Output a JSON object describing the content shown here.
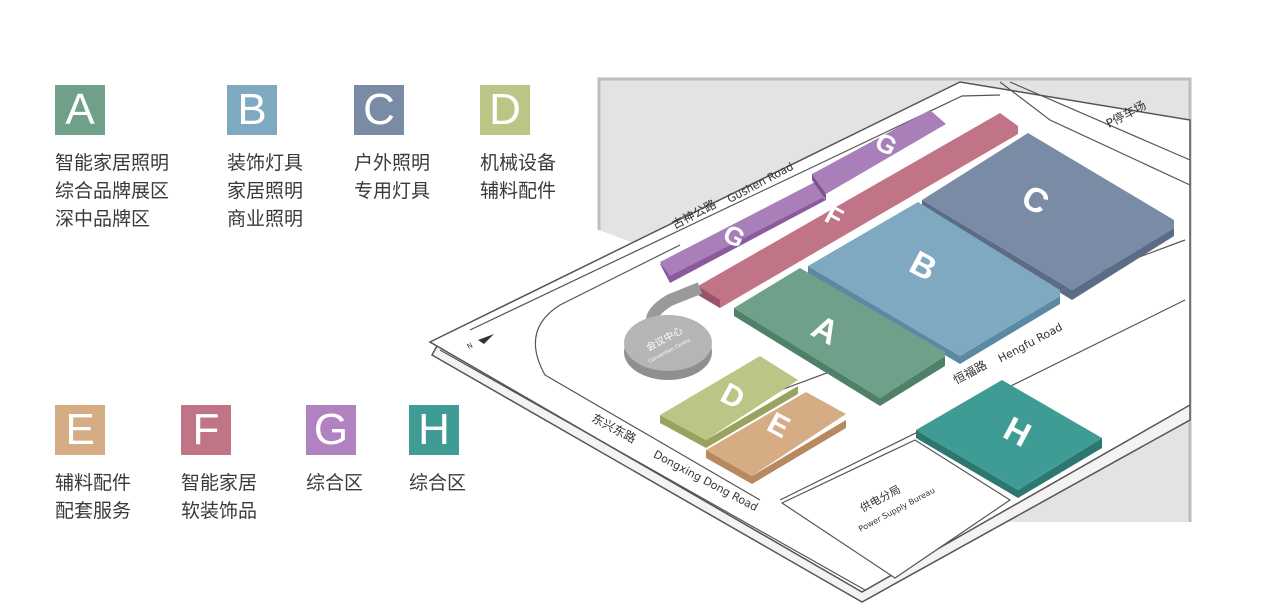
{
  "legend": [
    {
      "letter": "A",
      "color": "#6fa089",
      "lines": [
        "智能家居照明",
        "综合品牌展区",
        "深中品牌区"
      ]
    },
    {
      "letter": "B",
      "color": "#7ea9c0",
      "lines": [
        "装饰灯具",
        "家居照明",
        "商业照明"
      ]
    },
    {
      "letter": "C",
      "color": "#7a8ba6",
      "lines": [
        "户外照明",
        "专用灯具"
      ]
    },
    {
      "letter": "D",
      "color": "#bcc585",
      "lines": [
        "机械设备",
        "辅料配件"
      ]
    },
    {
      "letter": "E",
      "color": "#d6ac84",
      "lines": [
        "辅料配件",
        "配套服务"
      ]
    },
    {
      "letter": "F",
      "color": "#c27487",
      "lines": [
        "智能家居",
        "软装饰品"
      ]
    },
    {
      "letter": "G",
      "color": "#b083c0",
      "lines": [
        "综合区"
      ]
    },
    {
      "letter": "H",
      "color": "#3f9c95",
      "lines": [
        "综合区"
      ]
    }
  ],
  "map": {
    "halls": {
      "A": "A",
      "B": "B",
      "C": "C",
      "D": "D",
      "E": "E",
      "F": "F",
      "G1": "G",
      "G2": "G",
      "H": "H"
    },
    "roads": {
      "gushen_cn": "古神公路",
      "gushen_en": "Gushen Road",
      "hengfu_cn": "恒福路",
      "hengfu_en": "Hengfu Road",
      "dongxing_cn": "东兴东路",
      "dongxing_en": "Dongxing Dong Road"
    },
    "parking": "P停车场",
    "conference_cn": "会议中心",
    "conference_en": "Convention Centre",
    "power_cn": "供电分局",
    "power_en": "Power Supply Bureau",
    "north": "N"
  }
}
